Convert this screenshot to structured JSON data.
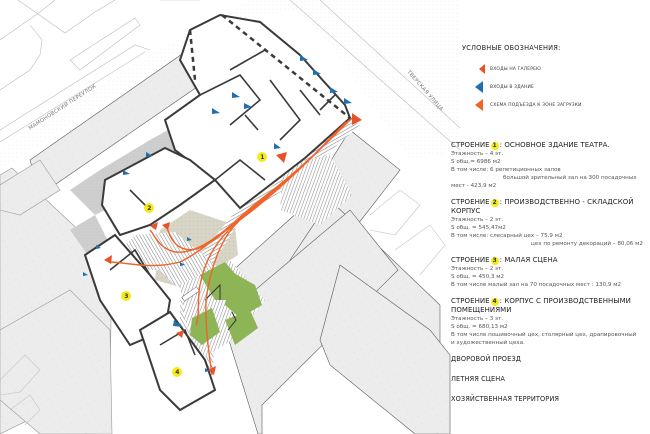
{
  "map": {
    "streets": [
      {
        "name": "МАМОНОВСКИЙ ПЕРЕУЛОК"
      },
      {
        "name": "ТВЕРСКАЯ УЛИЦА"
      }
    ],
    "building_markers": [
      "1",
      "2",
      "3",
      "4"
    ],
    "colors": {
      "gallery_entrance": "#e8522a",
      "building_entrance": "#2070b0",
      "loading_route": "#f0642a",
      "building_marker": "#f5ea1b",
      "landscaping": "#8db556",
      "paving": "#d4d4d4",
      "courtyard": "#d9d6c8",
      "walls": "#3a3a3a"
    }
  },
  "legend": {
    "title": "УСЛОВНЫЕ ОБОЗНАЧЕНИЯ:",
    "items": [
      {
        "icon": "orange-triangle-small",
        "label": "ВХОДЫ НА ГАЛЕРЕЮ",
        "color": "#e8522a"
      },
      {
        "icon": "blue-triangle",
        "label": "ВХОДЫ В ЗДАНИЕ",
        "color": "#2070b0"
      },
      {
        "icon": "orange-triangle-large",
        "label": "СХЕМА ПОДЪЕЗДА К ЗОНЕ ЗАГРУЗКИ",
        "color": "#f0642a"
      }
    ]
  },
  "buildings": [
    {
      "prefix": "СТРОЕНИЕ",
      "num": "1",
      "title": ": ОСНОВНОЕ ЗДАНИЕ ТЕАТРА.",
      "lines": [
        "Этажность – 4 эт.",
        "S общ.= 6986 м2",
        "В том числе:  6 репетиционных залов",
        "большой зрительный зал на 300 посадочных",
        "мест  - 423,9 м2"
      ]
    },
    {
      "prefix": "СТРОЕНИЕ",
      "num": "2",
      "title": ": ПРОИЗВОДСТВЕННО - СКЛАДСКОЙ",
      "title2": "КОРПУС",
      "lines": [
        "Этажность – 2 эт.",
        "S общ. = 545,47м2",
        " В том числе: слесарный цех – 75,9 м2",
        "цех по ремонту декораций – 80,06 м2"
      ]
    },
    {
      "prefix": "СТРОЕНИЕ",
      "num": "3",
      "title": ": МАЛАЯ СЦЕНА",
      "lines": [
        "Этажность – 2 эт.",
        "S общ. = 450,3 м2",
        "В том числе малый зал на 70 посадочных мест : 130,9 м2"
      ]
    },
    {
      "prefix": "СТРОЕНИЕ",
      "num": "4",
      "title": ": КОРПУС С ПРОИЗВОДСТВЕННЫМИ",
      "title2": "ПОМЕЩЕНИЯМИ",
      "lines": [
        "Этажность – 3 эт.",
        "S общ. = 680,13 м2",
        "В том числе пошивочный цех, столярный цех, драпировочный",
        "и художественный цеха."
      ]
    }
  ],
  "zones": [
    "ДВОРОВОЙ ПРОЕЗД",
    "ЛЕТНЯЯ СЦЕНА",
    "ХОЗЯЙСТВЕННАЯ ТЕРРИТОРИЯ"
  ]
}
